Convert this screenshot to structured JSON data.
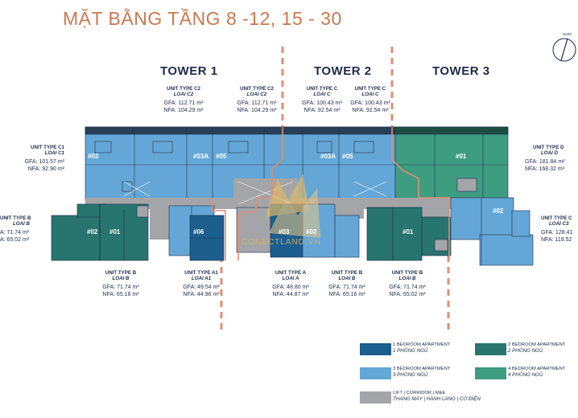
{
  "title": "MẶT BẰNG TẦNG 8 -12, 15 - 30",
  "compass": "North",
  "towers": [
    "TOWER 1",
    "TOWER 2",
    "TOWER 3"
  ],
  "units": {
    "c2_a": {
      "type": "UNIT TYPE C2",
      "loai": "LOAI C2",
      "gfa": "GFA: 112.71 m²",
      "nfa": "NFA: 104.29 m²"
    },
    "c2_b": {
      "type": "UNIT TYPE C2",
      "loai": "LOAI C2",
      "gfa": "GFA: 112.71 m²",
      "nfa": "NFA: 104.29 m²"
    },
    "c_a": {
      "type": "UNIT TYPE C",
      "loai": "LOAI C",
      "gfa": "GFA: 100.43 m²",
      "nfa": "NFA: 92.54 m²"
    },
    "c_b": {
      "type": "UNIT TYPE C",
      "loai": "LOAI C",
      "gfa": "GFA: 100.43 m²",
      "nfa": "NFA: 92.54 m²"
    },
    "c1": {
      "type": "UNIT TYPE C1",
      "loai": "LOAI C1",
      "gfa": "GFA: 101.57 m²",
      "nfa": "NFA: 92.90 m²"
    },
    "d": {
      "type": "UNIT TYPE D",
      "loai": "LOAI D",
      "gfa": "GFA: 181.84 m²",
      "nfa": "NFA: 168.32 m²"
    },
    "b_left": {
      "type": "UNIT TYPE B",
      "loai": "LOAI B",
      "gfa": "A: 71.74 m²",
      "nfa": "A: 65.02 m²"
    },
    "c3": {
      "type": "UNIT TYPE C",
      "loai": "LOAI C3",
      "gfa": "GFA: 128.41",
      "nfa": "NFA: 119.52"
    },
    "b_1": {
      "type": "UNIT TYPE B",
      "loai": "LOAI B",
      "gfa": "GFA: 71.74 m²",
      "nfa": "NFA: 65.16 m²"
    },
    "a1": {
      "type": "UNIT TYPE A1",
      "loai": "LOAI A1",
      "gfa": "GFA: 49.54 m²",
      "nfa": "NFA: 44.96 m²"
    },
    "a": {
      "type": "UNIT TYPE A",
      "loai": "LOAI A",
      "gfa": "GFA: 48.80 m²",
      "nfa": "NFA: 44.87 m²"
    },
    "b_2": {
      "type": "UNIT TYPE B",
      "loai": "LOAI B",
      "gfa": "GFA: 71.74 m²",
      "nfa": "NFA: 65.16 m²"
    },
    "b_3": {
      "type": "UNIT TYPE B",
      "loai": "LOAI B",
      "gfa": "GFA: 71.74 m²",
      "nfa": "NFA: 65.02 m²"
    }
  },
  "unit_labels": {
    "t1_03": "#03",
    "t1_03a": "#03A",
    "t1_02": "#02",
    "t1_01": "#01",
    "t1_06": "#06",
    "t2_05": "#05",
    "t2_03a": "#03A",
    "t2_05b": "#05",
    "t2_03": "#03",
    "t2_02": "#02",
    "t2_01": "#01",
    "t3_01": "#01",
    "t3_02": "#02"
  },
  "legend": [
    {
      "en": "1 BEDROOM APARTMENT",
      "vi": "1 PHÒNG NGỦ",
      "color": "#1c5e8e"
    },
    {
      "en": "2 BEDROOM APARTMENT",
      "vi": "2 PHÒNG NGỦ",
      "color": "#27756e"
    },
    {
      "en": "3 BEDROOM APARTMENT",
      "vi": "3 PHÒNG NGỦ",
      "color": "#64a7d6"
    },
    {
      "en": "4 BEDROOM APARTMENT",
      "vi": "4 PHÒNG NGỦ",
      "color": "#3e9c80"
    },
    {
      "en": "LIFT | CORRIDOR | M&E",
      "vi": "THANG MÁY | HÀNH LANG | CƠ ĐIỆN",
      "color": "#a3a5a8"
    }
  ],
  "watermark": "CONECTLAND.VN",
  "colors": {
    "title": "#c8794f",
    "one_bed": "#1c5e8e",
    "two_bed": "#27756e",
    "three_bed": "#64a7d6",
    "four_bed": "#3e9c80",
    "core": "#a3a5a8",
    "divider": "#e08f72"
  }
}
